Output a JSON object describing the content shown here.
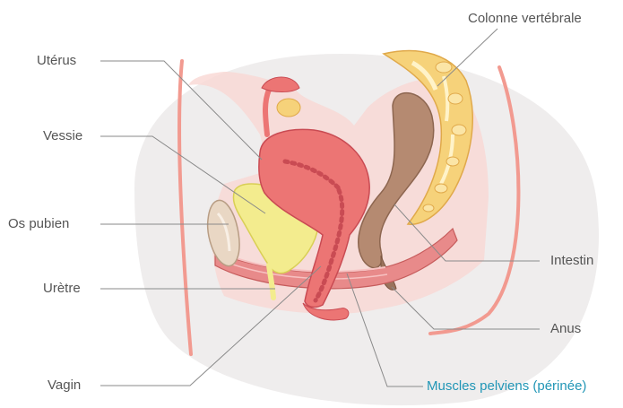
{
  "labels": {
    "uterus": "Utérus",
    "bladder": "Vessie",
    "pubic_bone": "Os pubien",
    "urethra": "Urètre",
    "vagina": "Vagin",
    "spine": "Colonne vertébrale",
    "intestine": "Intestin",
    "anus": "Anus",
    "pelvic_muscles": "Muscles pelviens (périnée)"
  },
  "colors": {
    "background_blob": "#efeded",
    "body_outline": "#f29a90",
    "tissue": "#f9d7d3",
    "uterus": "#ec7574",
    "uterus_dark": "#c94b53",
    "bladder": "#f3ec8e",
    "bone": "#e9d7c4",
    "intestine": "#b58a71",
    "spine": "#f6d27a",
    "muscle": "#e88a8a",
    "label_text": "#555555",
    "highlight_label": "#2196b6",
    "leader_line": "#8a8a8a"
  }
}
